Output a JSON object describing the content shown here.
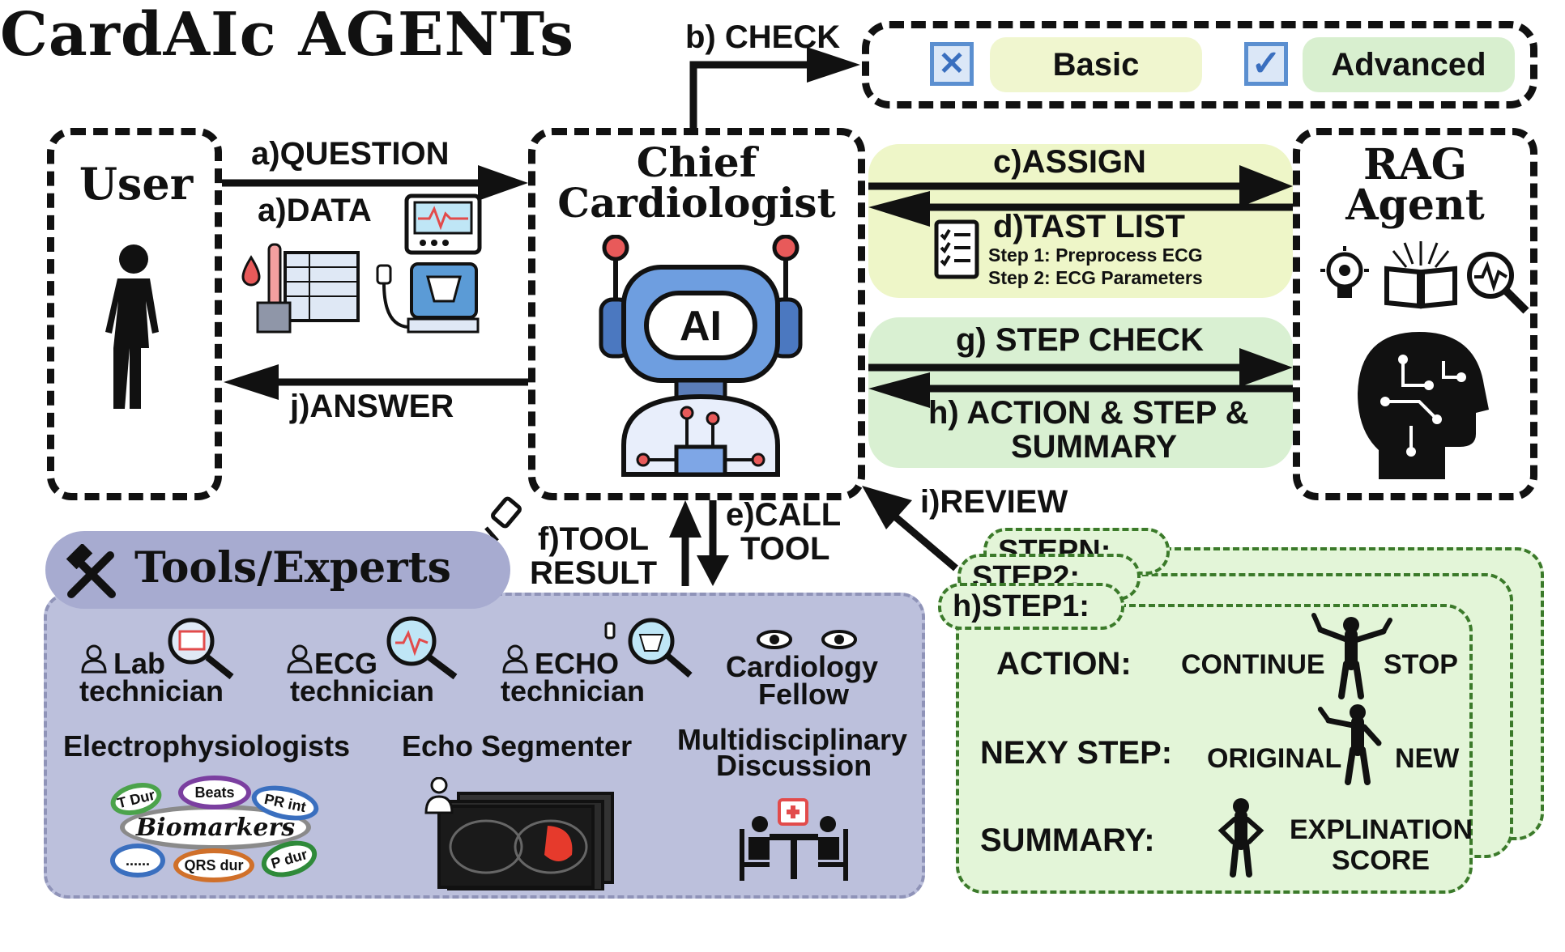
{
  "title": "CardAIc AGENTs",
  "check": {
    "label": "b) CHECK",
    "options": [
      {
        "label": "Basic",
        "mark": "✕",
        "color": "#f0f6cf"
      },
      {
        "label": "Advanced",
        "mark": "✓",
        "color": "#d8efcf"
      }
    ]
  },
  "user": {
    "title": "User"
  },
  "chief": {
    "title_line1": "Chief",
    "title_line2": "Cardiologist",
    "ai_label": "AI"
  },
  "rag": {
    "title_line1": "RAG",
    "title_line2": "Agent"
  },
  "flows": {
    "question": "a)QUESTION",
    "data": "a)DATA",
    "answer": "j)ANSWER",
    "assign": "c)ASSIGN",
    "task_list": "d)TAST LIST",
    "task_steps": [
      "Step 1: Preprocess ECG",
      "Step 2: ECG Parameters"
    ],
    "step_check": "g) STEP CHECK",
    "action_line1": "h) ACTION & STEP &",
    "action_line2": "SUMMARY",
    "review": "i)REVIEW",
    "call_tool_line1": "e)CALL",
    "call_tool_line2": "TOOL",
    "tool_result_line1": "f)TOOL",
    "tool_result_line2": "RESULT"
  },
  "tools": {
    "header": "Tools/Experts",
    "experts": [
      {
        "line1": "Lab",
        "line2": "technician"
      },
      {
        "line1": "ECG",
        "line2": "technician"
      },
      {
        "line1": "ECHO",
        "line2": "technician"
      },
      {
        "line1": "Cardiology",
        "line2": "Fellow"
      }
    ],
    "electrophysiologists": "Electrophysiologists",
    "echo_segmenter": "Echo Segmenter",
    "multidisciplinary_line1": "Multidisciplinary",
    "multidisciplinary_line2": "Discussion",
    "biomarkers": {
      "center": "Biomarkers",
      "items": [
        "T Dur",
        "Beats",
        "PR int",
        "......",
        "QRS dur",
        "P dur"
      ]
    }
  },
  "steps": {
    "tabs": [
      "STEPN:",
      "STEP2:",
      "h)STEP1:"
    ],
    "action_label": "ACTION:",
    "continue": "CONTINUE",
    "stop": "STOP",
    "next_label": "NEXY STEP:",
    "original": "ORIGINAL",
    "new": "NEW",
    "summary_label": "SUMMARY:",
    "explination": "EXPLINATION",
    "score": "SCORE"
  },
  "colors": {
    "yellow_band": "#eef6c8",
    "green_band": "#d9f0d2",
    "tools_panel": "#bcc0dc",
    "step_card": "#e3f5d8",
    "robot_blue": "#6e9ee0"
  },
  "icons": [
    "user-figure-icon",
    "robot-ai-icon",
    "brain-circuit-icon",
    "lightbulb-icon",
    "book-icon",
    "magnifier-ecg-icon",
    "checklist-icon",
    "hammer-wrench-icon",
    "eye-icon",
    "doctors-table-icon",
    "person-pose-icon"
  ]
}
